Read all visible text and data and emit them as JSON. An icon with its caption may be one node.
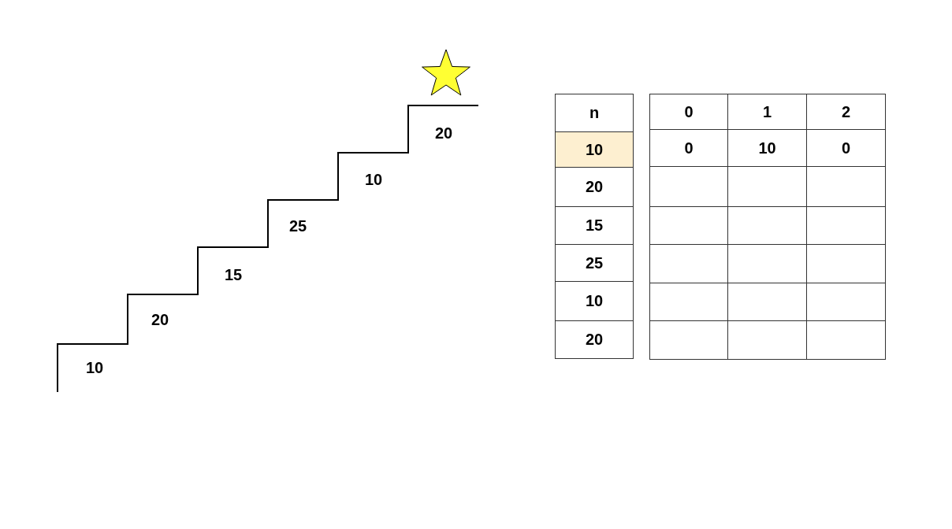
{
  "diagram": {
    "labels": [
      "20",
      "10",
      "25",
      "15",
      "20",
      "10",
      "n",
      "0",
      "1",
      "2",
      "10",
      "0",
      "10",
      "0",
      "20",
      "15",
      "25",
      "10",
      "20"
    ]
  }
}
